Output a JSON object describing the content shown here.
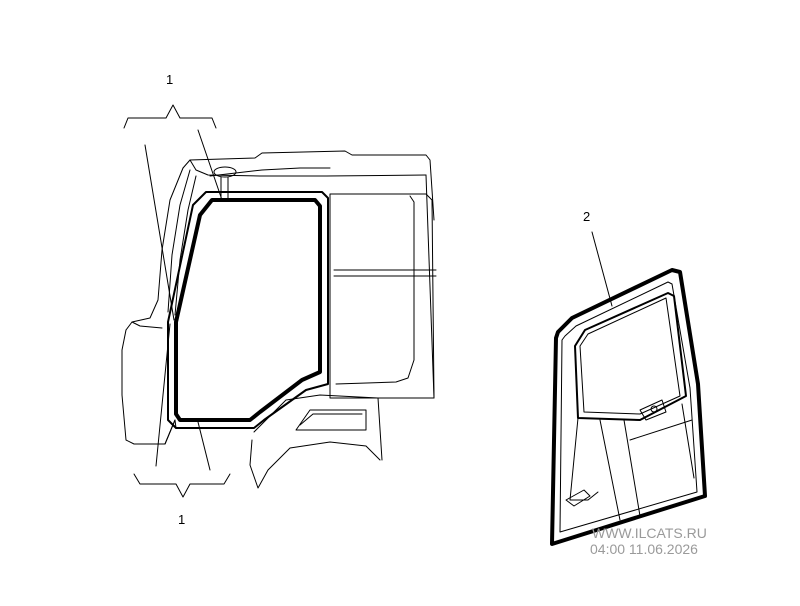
{
  "callouts": {
    "label_1_top": "1",
    "label_1_bottom": "1",
    "label_2": "2"
  },
  "watermark": {
    "line1": "WWW.ILCATS.RU",
    "line2": "04:00 11.06.2026"
  }
}
